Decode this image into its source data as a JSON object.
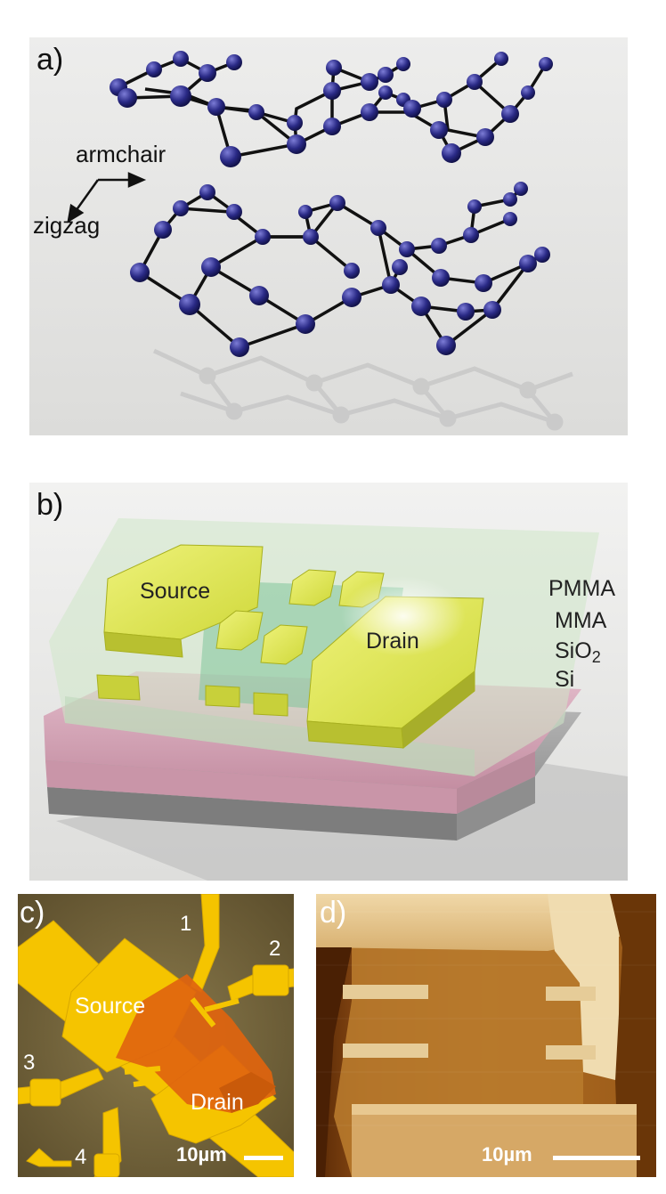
{
  "panel_a": {
    "label": "a)",
    "armchair_label": "armchair",
    "zigzag_label": "zigzag"
  },
  "panel_b": {
    "label": "b)",
    "source_label": "Source",
    "drain_label": "Drain",
    "layers": [
      "PMMA",
      "MMA",
      "SiO",
      "Si"
    ],
    "sio2_subscript": "2"
  },
  "panel_c": {
    "label": "c)",
    "source_label": "Source",
    "drain_label": "Drain",
    "contacts": [
      "1",
      "2",
      "3",
      "4"
    ],
    "scale_label": "10µm"
  },
  "panel_d": {
    "label": "d)",
    "scale_label": "10µm"
  },
  "colors": {
    "atom": "#2a2a86",
    "pmma": "#cfe8c8",
    "sio2": "#d8aabb",
    "si": "#9a9a9a",
    "contact_gold": "#e8e84a",
    "optical_gold": "#f5c400",
    "optical_bg": "#7a6a3e",
    "flake_orange": "#e06a10",
    "afm_dark": "#5a2a06",
    "afm_light": "#e8c890"
  }
}
